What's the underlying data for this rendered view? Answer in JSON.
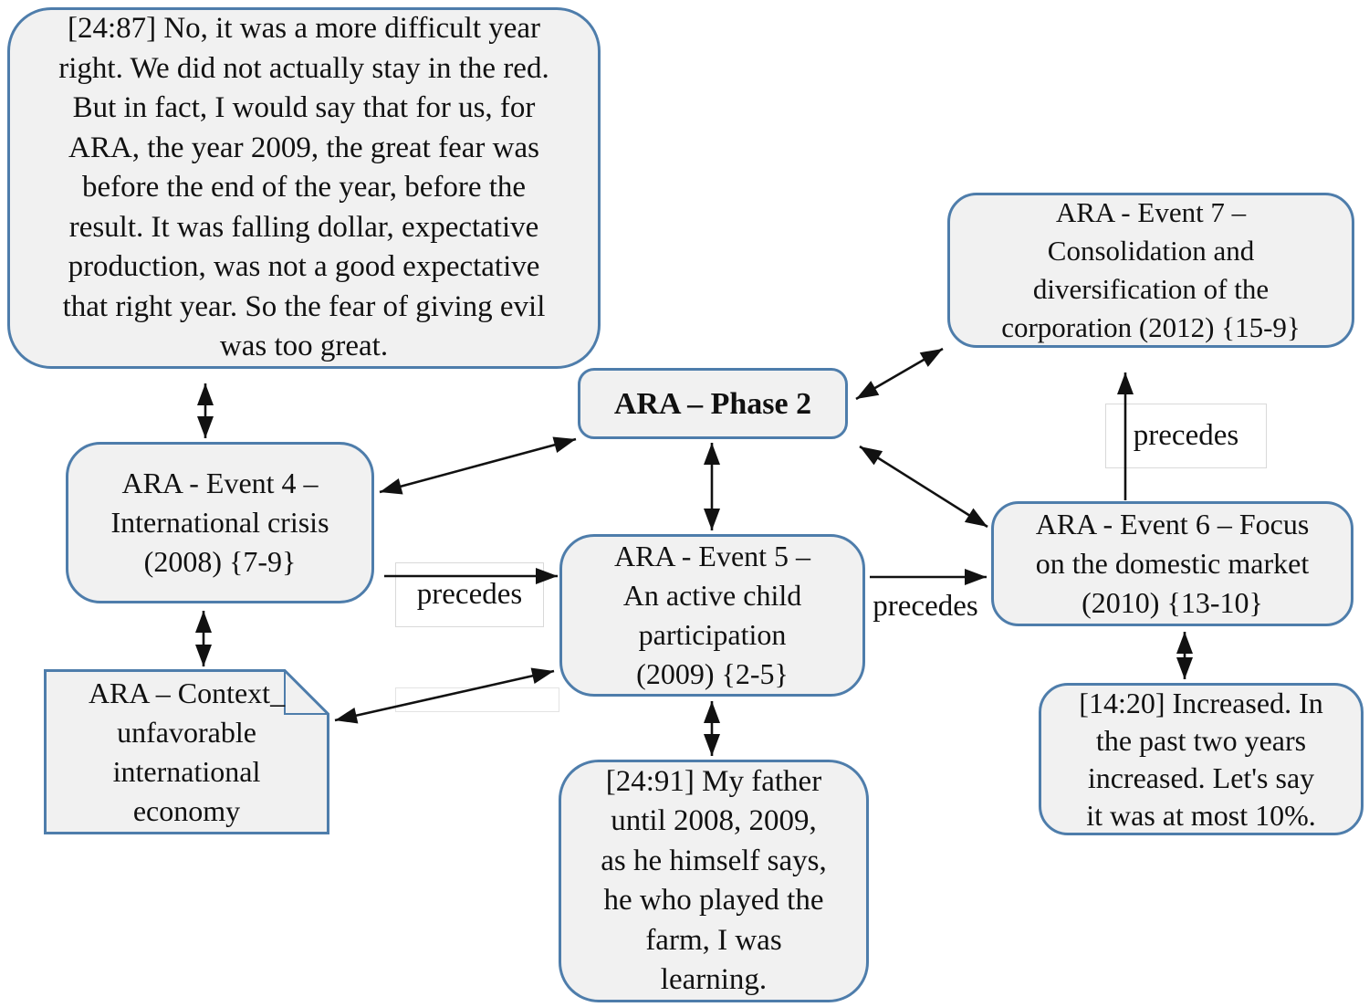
{
  "colors": {
    "node_border": "#4e7dab",
    "node_fill": "#f1f1f1",
    "label_border": "#d9d9d9",
    "arrow": "#111111"
  },
  "nodes": {
    "quote_24_87": {
      "label": "[24:87] No, it was a more difficult year\nright. We did not actually stay in the red.\nBut in fact, I would say that for us, for\nARA, the year 2009, the great fear was\nbefore the end of the year, before the\nresult. It was falling dollar, expectative\nproduction, was not a good expectative\nthat right year. So the fear of giving evil\nwas too great."
    },
    "phase_2": {
      "label": "ARA – Phase 2"
    },
    "event_7": {
      "label": "ARA - Event 7 –\nConsolidation and\ndiversification of the\ncorporation (2012) {15-9}"
    },
    "event_4": {
      "label": "ARA - Event 4 –\nInternational crisis\n(2008) {7-9}"
    },
    "event_5": {
      "label": "ARA - Event 5 –\nAn active child\nparticipation\n(2009) {2-5}"
    },
    "event_6": {
      "label": "ARA - Event 6 – Focus\non the domestic market\n(2010) {13-10}"
    },
    "context_note": {
      "label": "ARA – Context_\nunfavorable\ninternational\neconomy"
    },
    "quote_24_91": {
      "label": "[24:91] My father\nuntil 2008, 2009,\nas he himself says,\nhe who played the\nfarm, I was\nlearning."
    },
    "quote_14_20": {
      "label": "[14:20] Increased. In\nthe past two years\nincreased. Let's say\nit was at most 10%."
    }
  },
  "edge_labels": {
    "event4_event5": "precedes",
    "event5_event6": "precedes",
    "event6_event7": "precedes"
  }
}
